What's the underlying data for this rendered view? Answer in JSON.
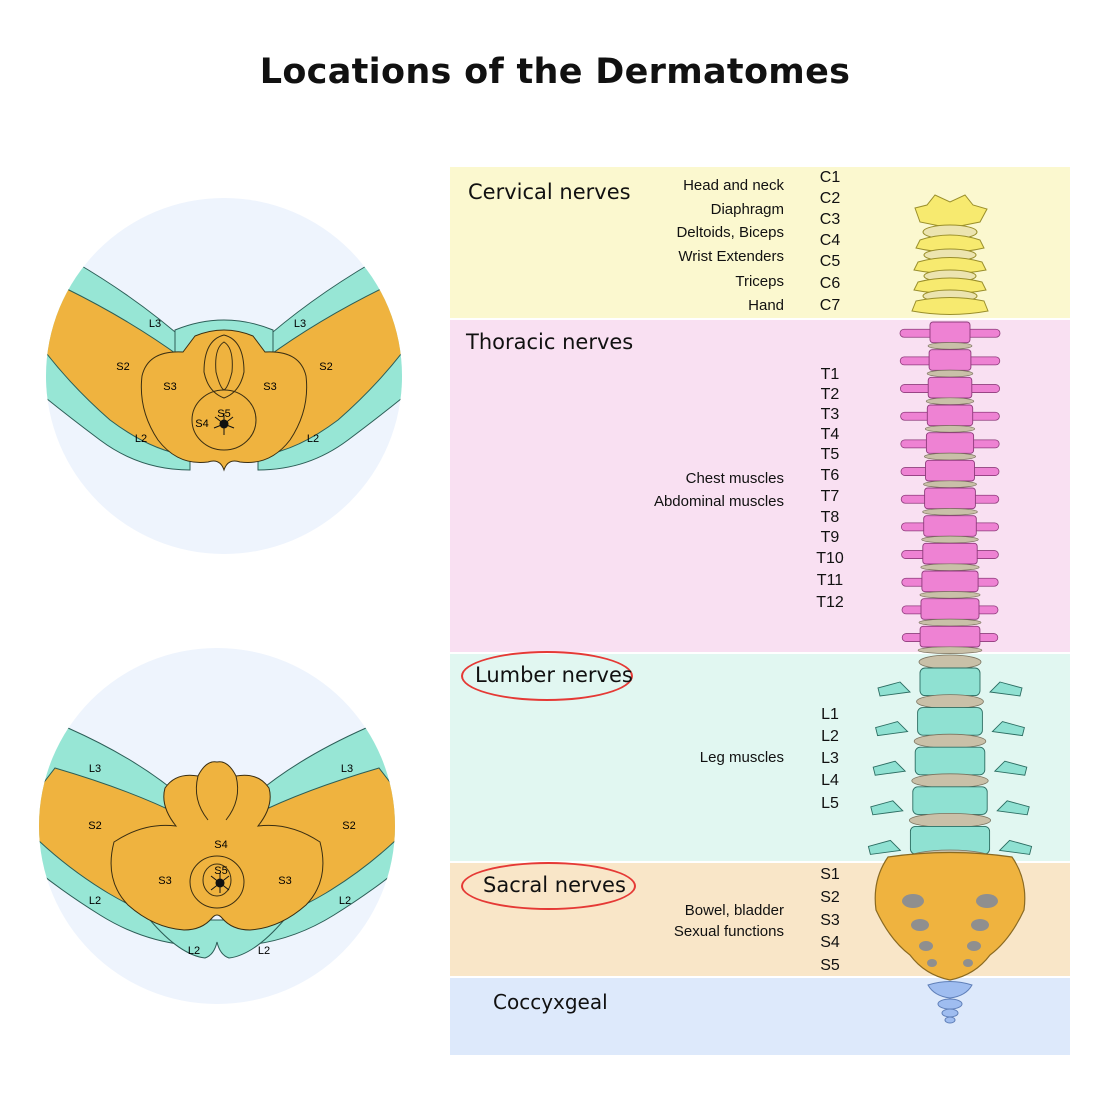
{
  "title": "Locations of the Dermatomes",
  "colors": {
    "cervical_band": "#fbf8cf",
    "thoracic_band": "#f9e0f2",
    "lumbar_band": "#e1f7f1",
    "sacral_band": "#f9e6c8",
    "coccygeal_band": "#dde9fb",
    "skin_orange": "#efb33f",
    "skin_teal": "#97e6d5",
    "circle_bg": "#eef4fd",
    "highlight": "#e53935"
  },
  "regions": [
    {
      "id": "cervical",
      "name": "Cervical nerves",
      "functions": [
        "Head and neck",
        "Diaphragm",
        "Deltoids, Biceps",
        "Wrist Extenders",
        "Triceps",
        "Hand"
      ],
      "levels": [
        "C1",
        "C2",
        "C3",
        "C4",
        "C5",
        "C6",
        "C7"
      ]
    },
    {
      "id": "thoracic",
      "name": "Thoracic nerves",
      "functions": [
        "Chest muscles",
        "Abdominal muscles"
      ],
      "levels": [
        "T1",
        "T2",
        "T3",
        "T4",
        "T5",
        "T6",
        "T7",
        "T8",
        "T9",
        "T10",
        "T11",
        "T12"
      ]
    },
    {
      "id": "lumbar",
      "name": "Lumber nerves",
      "highlighted": true,
      "functions": [
        "Leg muscles"
      ],
      "levels": [
        "L1",
        "L2",
        "L3",
        "L4",
        "L5"
      ]
    },
    {
      "id": "sacral",
      "name": "Sacral nerves",
      "highlighted": true,
      "functions": [
        "Bowel, bladder",
        "Sexual functions"
      ],
      "levels": [
        "S1",
        "S2",
        "S3",
        "S4",
        "S5"
      ]
    },
    {
      "id": "coccygeal",
      "name": "Coccyxgeal",
      "functions": [],
      "levels": []
    }
  ],
  "diagram_top": {
    "labels": {
      "l3_left": "L3",
      "l3_right": "L3",
      "s2_left": "S2",
      "s2_right": "S2",
      "s3_left": "S3",
      "s3_right": "S3",
      "l2_left": "L2",
      "l2_right": "L2",
      "s4": "S4",
      "s5": "S5"
    }
  },
  "diagram_bottom": {
    "labels": {
      "l3_left": "L3",
      "l3_right": "L3",
      "s2_left": "S2",
      "s2_right": "S2",
      "s3_left": "S3",
      "s3_right": "S3",
      "l2_left": "L2",
      "l2_right": "L2",
      "l2_bottom_left": "L2",
      "l2_bottom_right": "L2",
      "s4": "S4",
      "s5": "S5"
    }
  }
}
